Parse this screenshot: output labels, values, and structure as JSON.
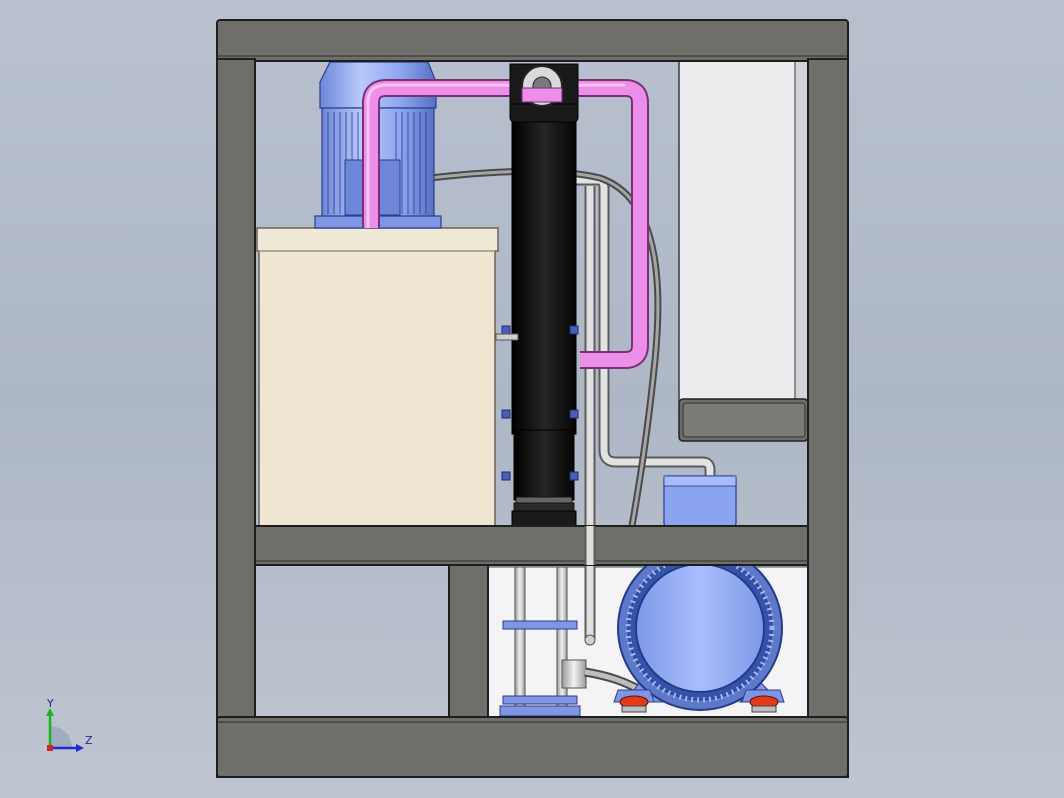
{
  "triad": {
    "y_label": "Y",
    "z_label": "Z"
  },
  "colors": {
    "background": "#b4bcca",
    "frame": "#6e6f6a",
    "frame_edge": "#2a2b28",
    "panel_right": "#ebebed",
    "tank": "#efe6d2",
    "pipe_pink": "#ea8ce6",
    "pipe_gray": "#d7d7d7",
    "filter_black": "#151515",
    "motor_blue": "#8ea8f2",
    "pump_ring": "#5878c8",
    "foot_red": "#e43a1c"
  },
  "scene": {
    "objects": [
      "frame-top-beam",
      "frame-bottom-beam",
      "frame-middle-beam",
      "frame-left-post",
      "frame-right-post",
      "frame-lower-divider",
      "electrical-cabinet",
      "water-tank",
      "motor",
      "filter-column",
      "pink-pipe",
      "gray-pipe",
      "flex-hose",
      "small-blue-box",
      "heat-exchanger",
      "circulation-pump"
    ]
  }
}
